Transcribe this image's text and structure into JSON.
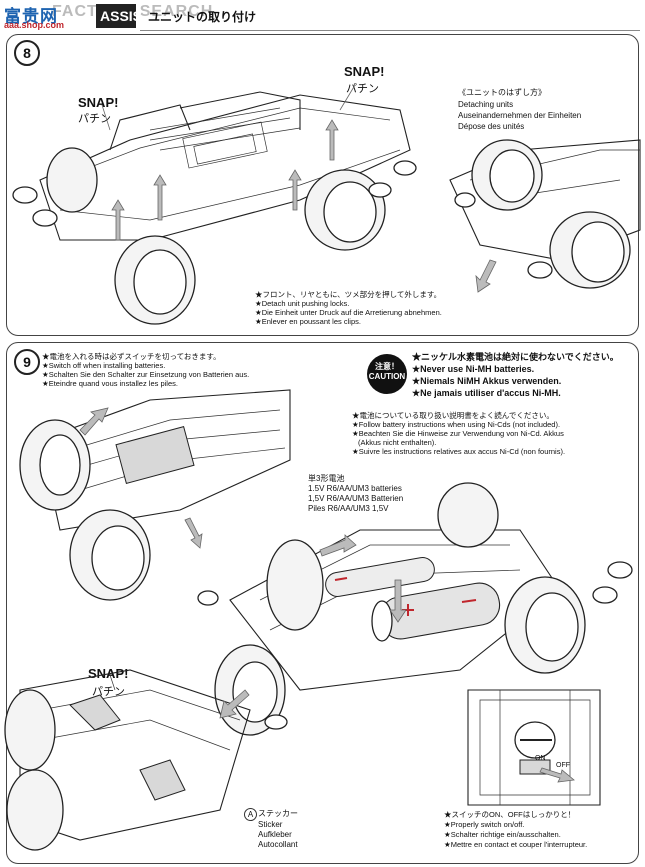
{
  "header": {
    "watermark_logo": "富贵网",
    "watermark_sub": "aaa.shop.com",
    "left_text": "FACTORY SEARCH",
    "chassis_tab": "ASSIS",
    "jp_title": "ユニットの取り付け"
  },
  "step8": {
    "number": "8",
    "snap_left": "SNAP!",
    "snap_left_jp": "パチン",
    "snap_right": "SNAP!",
    "snap_right_jp": "パチン",
    "detach_title_jp": "《ユニットのはずし方》",
    "detach_en": "Detaching units",
    "detach_de": "Auseinandernehmen der Einheiten",
    "detach_fr": "Dépose des unités",
    "push_jp": "★フロント、リヤともに、ツメ部分を押して外します。",
    "push_en": "★Detach unit pushing locks.",
    "push_de": "★Die Einheit unter Druck auf die Arretierung abnehmen.",
    "push_fr": "★Enlever en poussant les clips."
  },
  "step9": {
    "number": "9",
    "switch_jp": "★電池を入れる時は必ずスイッチを切っておきます。",
    "switch_en": "★Switch off when installing batteries.",
    "switch_de": "★Schalten Sie den Schalter zur Einsetzung von Batterien aus.",
    "switch_fr": "★Eteindre quand vous installez les piles.",
    "caution_jp": "注意！",
    "caution_en": "CAUTION",
    "nimh_jp": "★ニッケル水素電池は絶対に使わないでください。",
    "nimh_en": "★Never use Ni-MH batteries.",
    "nimh_de": "★Niemals NiMH Akkus verwenden.",
    "nimh_fr": "★Ne jamais utiliser d'accus Ni-MH.",
    "nicd_jp": "★電池についている取り扱い説明書をよく読んでください。",
    "nicd_en": "★Follow battery instructions when using Ni-Cds (not included).",
    "nicd_de": "★Beachten Sie die Hinweise zur Verwendung von Ni-Cd. Akkus",
    "nicd_de2": "(Akkus nicht enthalten).",
    "nicd_fr": "★Suivre les instructions relatives aux accus Ni-Cd (non fournis).",
    "batt_jp": "単3形電池",
    "batt_en": "1.5V R6/AA/UM3 batteries",
    "batt_de": "1,5V R6/AA/UM3 Batterien",
    "batt_fr": "Piles R6/AA/UM3 1,5V",
    "snap": "SNAP!",
    "snap_jp": "パチン",
    "sticker_marker": "A",
    "sticker_jp": "ステッカー",
    "sticker_en": "Sticker",
    "sticker_de": "Aufkleber",
    "sticker_fr": "Autocollant",
    "onoff_jp": "★スイッチのON、OFFはしっかりと！",
    "onoff_en": "★Properly switch on/off.",
    "onoff_de": "★Schalter richtige ein/ausschalten.",
    "onoff_fr": "★Mettre en contact et couper l'interrupteur.",
    "switch_on": "ON",
    "switch_off": "OFF"
  },
  "icons": [
    "plus-sign",
    "minus-sign",
    "arrow"
  ]
}
